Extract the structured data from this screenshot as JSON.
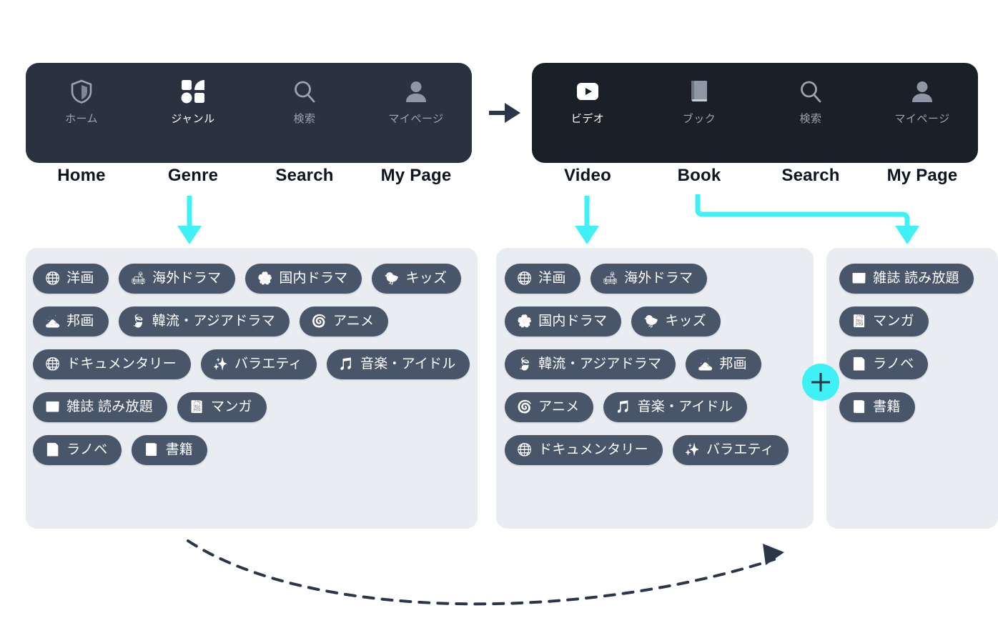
{
  "colors": {
    "accent_cyan": "#3ff0f5",
    "navbar_left_bg": "#2a3240",
    "navbar_right_bg": "#1b2028",
    "panel_bg": "#e9ecf1",
    "chip_bg": "#49566a",
    "caption_text": "#0e1420",
    "nav_label_inactive": "#9aa3b0",
    "nav_label_active": "#ffffff",
    "dashed_arrow": "#2b3648"
  },
  "navbars": {
    "left": {
      "items": [
        {
          "label": "ホーム",
          "caption": "Home",
          "icon": "shield-icon",
          "active": false
        },
        {
          "label": "ジャンル",
          "caption": "Genre",
          "icon": "grid-genre-icon",
          "active": true
        },
        {
          "label": "検索",
          "caption": "Search",
          "icon": "search-icon",
          "active": false
        },
        {
          "label": "マイページ",
          "caption": "My Page",
          "icon": "person-icon",
          "active": false
        }
      ]
    },
    "right": {
      "items": [
        {
          "label": "ビデオ",
          "caption": "Video",
          "icon": "play-video-icon",
          "active": true
        },
        {
          "label": "ブック",
          "caption": "Book",
          "icon": "book-icon",
          "active": false
        },
        {
          "label": "検索",
          "caption": "Search",
          "icon": "search-icon",
          "active": false
        },
        {
          "label": "マイページ",
          "caption": "My Page",
          "icon": "person-icon",
          "active": false
        }
      ]
    }
  },
  "panels": {
    "genre_all": {
      "rows": [
        [
          {
            "label": "洋画",
            "icon": "globe-icon",
            "glyph": "🌐"
          },
          {
            "label": "海外ドラマ",
            "icon": "couch-icon",
            "glyph": "🛋"
          },
          {
            "label": "国内ドラマ",
            "icon": "blossom-icon",
            "glyph": "🌸"
          },
          {
            "label": "キッズ",
            "icon": "duck-icon",
            "glyph": "🐤"
          }
        ],
        [
          {
            "label": "邦画",
            "icon": "mountain-icon",
            "glyph": "🗻"
          },
          {
            "label": "韓流・アジアドラマ",
            "icon": "fan-icon",
            "glyph": "🍃"
          },
          {
            "label": "アニメ",
            "icon": "anime-eye-icon",
            "glyph": "🌀"
          }
        ],
        [
          {
            "label": "ドキュメンタリー",
            "icon": "globe-icon",
            "glyph": "🌐"
          },
          {
            "label": "バラエティ",
            "icon": "sparkles-icon",
            "glyph": "✨"
          },
          {
            "label": "音楽・アイドル",
            "icon": "music-note-icon",
            "glyph": "🎵"
          }
        ],
        [
          {
            "label": "雑誌 読み放題",
            "icon": "magazine-icon",
            "glyph": "📰"
          },
          {
            "label": "マンガ",
            "icon": "manga-icon",
            "glyph": "📓"
          }
        ],
        [
          {
            "label": "ラノベ",
            "icon": "lightnovel-icon",
            "glyph": "📄"
          },
          {
            "label": "書籍",
            "icon": "closed-book-icon",
            "glyph": "📕"
          }
        ]
      ]
    },
    "video": {
      "rows": [
        [
          {
            "label": "洋画",
            "icon": "globe-icon",
            "glyph": "🌐"
          },
          {
            "label": "海外ドラマ",
            "icon": "couch-icon",
            "glyph": "🛋"
          }
        ],
        [
          {
            "label": "国内ドラマ",
            "icon": "blossom-icon",
            "glyph": "🌸"
          },
          {
            "label": "キッズ",
            "icon": "duck-icon",
            "glyph": "🐤"
          }
        ],
        [
          {
            "label": "韓流・アジアドラマ",
            "icon": "fan-icon",
            "glyph": "🍃"
          },
          {
            "label": "邦画",
            "icon": "mountain-icon",
            "glyph": "🗻"
          }
        ],
        [
          {
            "label": "アニメ",
            "icon": "anime-eye-icon",
            "glyph": "🌀"
          },
          {
            "label": "音楽・アイドル",
            "icon": "music-note-icon",
            "glyph": "🎵"
          }
        ],
        [
          {
            "label": "ドキュメンタリー",
            "icon": "globe-icon",
            "glyph": "🌐"
          },
          {
            "label": "バラエティ",
            "icon": "sparkles-icon",
            "glyph": "✨"
          }
        ]
      ]
    },
    "book": {
      "rows": [
        [
          {
            "label": "雑誌 読み放題",
            "icon": "magazine-icon",
            "glyph": "📰"
          }
        ],
        [
          {
            "label": "マンガ",
            "icon": "manga-icon",
            "glyph": "📓"
          }
        ],
        [
          {
            "label": "ラノベ",
            "icon": "lightnovel-icon",
            "glyph": "📄"
          }
        ],
        [
          {
            "label": "書籍",
            "icon": "closed-book-icon",
            "glyph": "📕"
          }
        ]
      ]
    }
  },
  "annotations": {
    "transition_arrow": "arrow-right-icon",
    "genre_arrow": "arrow-down-icon",
    "video_arrow": "arrow-down-icon",
    "book_arrow": "elbow-arrow-icon",
    "plus_badge": "plus-icon",
    "bottom_curve": "dashed-curved-arrow-icon"
  }
}
